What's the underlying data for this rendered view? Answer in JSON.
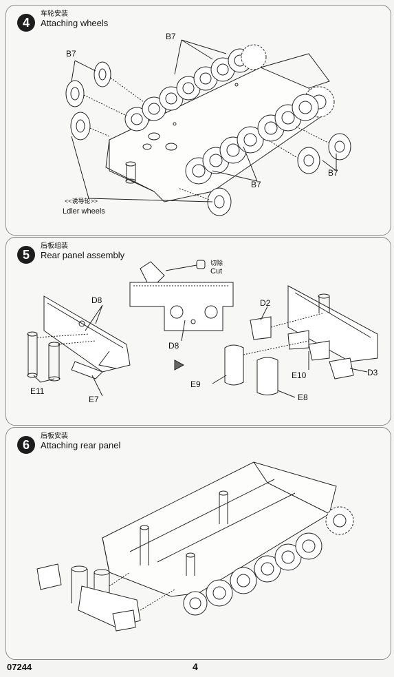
{
  "steps": [
    {
      "number": "4",
      "title_cn": "车轮安装",
      "title_en": "Attaching wheels",
      "labels": {
        "b7_top": "B7",
        "b7_left": "B7",
        "b7_bottom_mid": "B7",
        "b7_bottom_right": "B7",
        "idler_cn": "<<诱导轮>>",
        "idler_en": "Ldler wheels"
      }
    },
    {
      "number": "5",
      "title_cn": "后板组装",
      "title_en": "Rear panel assembly",
      "labels": {
        "cut_cn": "切除",
        "cut_en": "Cut",
        "d8_top": "D8",
        "d8_bottom": "D8",
        "d2": "D2",
        "d3": "D3",
        "e9": "E9",
        "e8": "E8",
        "e10": "E10",
        "e11": "E11",
        "e7": "E7"
      }
    },
    {
      "number": "6",
      "title_cn": "后板安装",
      "title_en": "Attaching rear panel"
    }
  ],
  "footer": {
    "product_code": "07244",
    "page_number": "4"
  }
}
